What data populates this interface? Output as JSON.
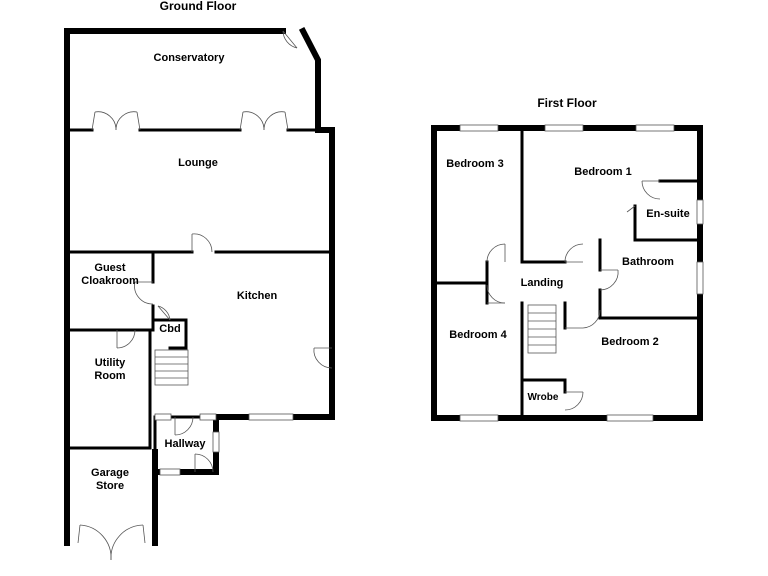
{
  "ground_floor": {
    "title": "Ground Floor",
    "rooms": {
      "conservatory": "Conservatory",
      "lounge": "Lounge",
      "guest_cloakroom_1": "Guest",
      "guest_cloakroom_2": "Cloakroom",
      "kitchen": "Kitchen",
      "cbd": "Cbd",
      "utility_1": "Utility",
      "utility_2": "Room",
      "hallway": "Hallway",
      "garage_1": "Garage",
      "garage_2": "Store"
    }
  },
  "first_floor": {
    "title": "First Floor",
    "rooms": {
      "bedroom3": "Bedroom 3",
      "bedroom1": "Bedroom 1",
      "ensuite": "En-suite",
      "bathroom": "Bathroom",
      "landing": "Landing",
      "bedroom4": "Bedroom 4",
      "bedroom2": "Bedroom 2",
      "wrobe": "Wrobe"
    }
  }
}
